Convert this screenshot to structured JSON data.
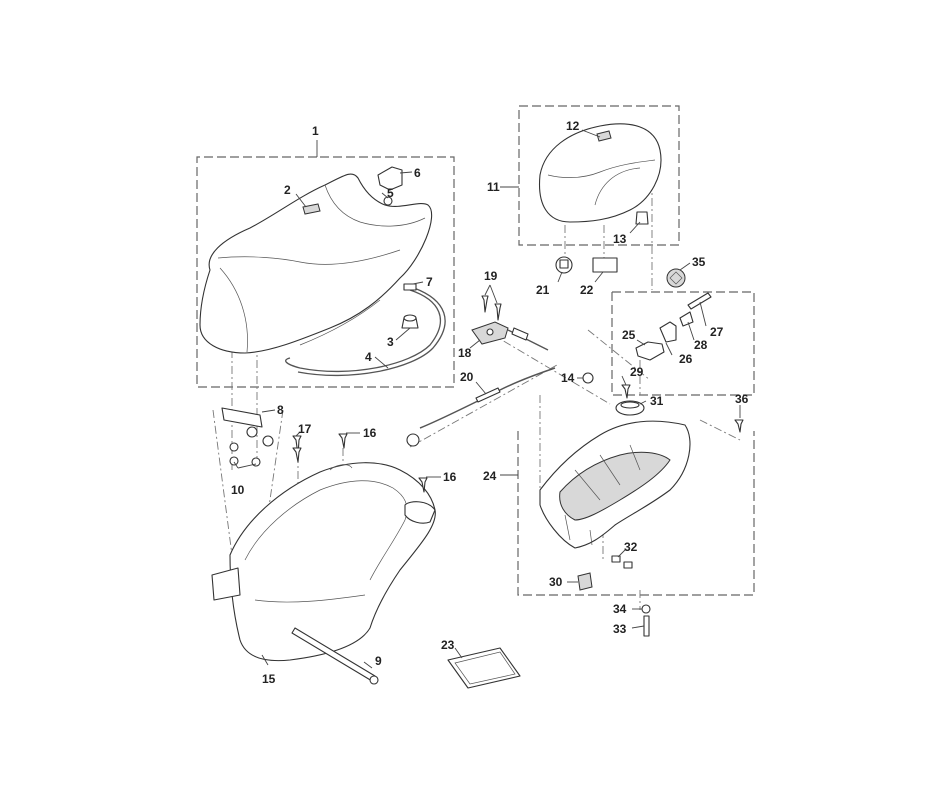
{
  "diagram": {
    "callouts": [
      "1",
      "2",
      "3",
      "4",
      "5",
      "6",
      "7",
      "8",
      "9",
      "10",
      "11",
      "12",
      "13",
      "14",
      "15",
      "16",
      "16",
      "17",
      "18",
      "19",
      "20",
      "21",
      "22",
      "23",
      "24",
      "25",
      "26",
      "27",
      "28",
      "29",
      "30",
      "31",
      "32",
      "33",
      "34",
      "35",
      "36"
    ]
  }
}
